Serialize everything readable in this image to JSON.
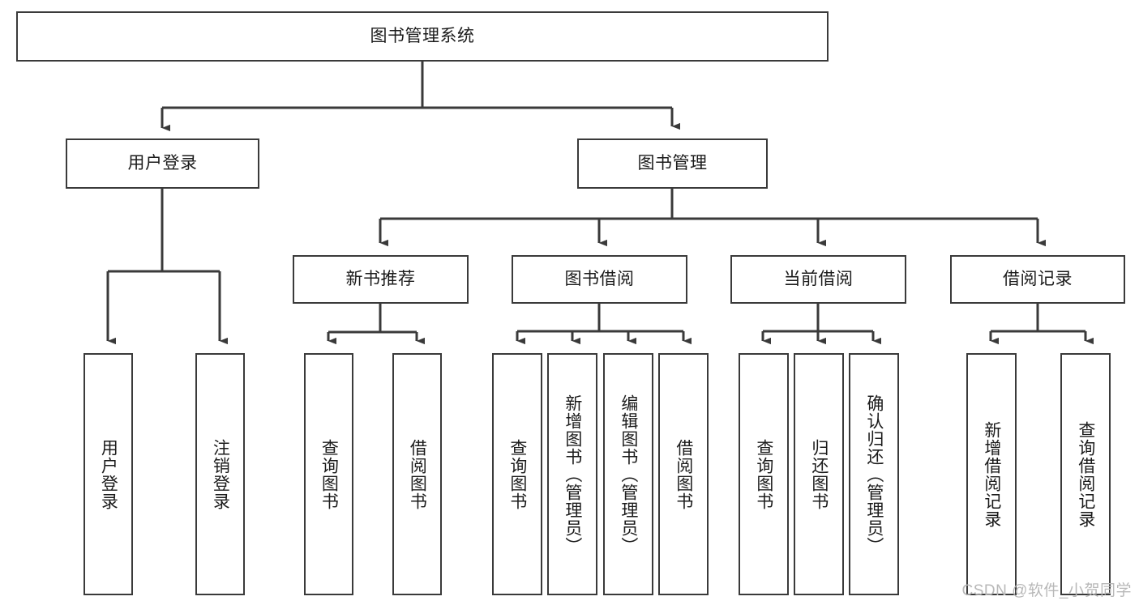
{
  "diagram": {
    "type": "hierarchy-tree",
    "title": "图书管理系统",
    "watermark": "CSDN @软件_小贺同学",
    "colors": {
      "node_border": "#3a3a3a",
      "node_fill": "#ffffff",
      "edge": "#3a3a3a",
      "text": "#1b1b1b",
      "watermark": "#b8b8b8",
      "background": "#ffffff"
    },
    "root": {
      "label": "图书管理系统"
    },
    "level2": [
      {
        "id": "user-login",
        "label": "用户登录"
      },
      {
        "id": "book-manage",
        "label": "图书管理"
      }
    ],
    "level3": [
      {
        "id": "new-book-recommend",
        "label": "新书推荐",
        "parent": "book-manage"
      },
      {
        "id": "book-borrow",
        "label": "图书借阅",
        "parent": "book-manage"
      },
      {
        "id": "current-borrow",
        "label": "当前借阅",
        "parent": "book-manage"
      },
      {
        "id": "borrow-record",
        "label": "借阅记录",
        "parent": "book-manage"
      }
    ],
    "leaves": [
      {
        "id": "leaf-user-login",
        "label": "用户登录",
        "parent": "user-login"
      },
      {
        "id": "leaf-logout",
        "label": "注销登录",
        "parent": "user-login"
      },
      {
        "id": "leaf-query-book-1",
        "label": "查询图书",
        "parent": "new-book-recommend"
      },
      {
        "id": "leaf-borrow-book-1",
        "label": "借阅图书",
        "parent": "new-book-recommend"
      },
      {
        "id": "leaf-query-book-2",
        "label": "查询图书",
        "parent": "book-borrow"
      },
      {
        "id": "leaf-add-book",
        "label": "新增图书（管理员）",
        "parent": "book-borrow"
      },
      {
        "id": "leaf-edit-book",
        "label": "编辑图书（管理员）",
        "parent": "book-borrow"
      },
      {
        "id": "leaf-borrow-book-2",
        "label": "借阅图书",
        "parent": "book-borrow"
      },
      {
        "id": "leaf-query-book-3",
        "label": "查询图书",
        "parent": "current-borrow"
      },
      {
        "id": "leaf-return-book",
        "label": "归还图书",
        "parent": "current-borrow"
      },
      {
        "id": "leaf-confirm-return",
        "label": "确认归还（管理员）",
        "parent": "current-borrow"
      },
      {
        "id": "leaf-add-record",
        "label": "新增借阅记录",
        "parent": "borrow-record"
      },
      {
        "id": "leaf-query-record",
        "label": "查询借阅记录",
        "parent": "borrow-record"
      }
    ]
  }
}
